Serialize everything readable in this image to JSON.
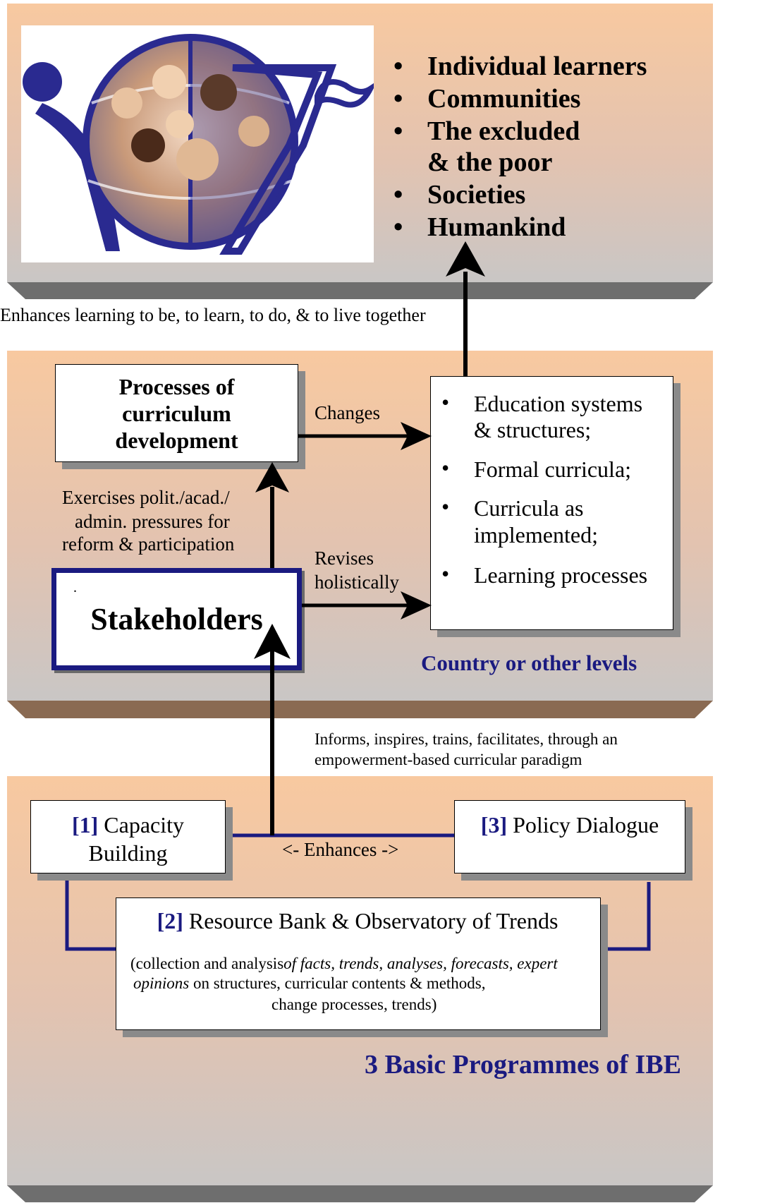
{
  "top_panel": {
    "bullets": [
      "Individual learners",
      "Communities",
      "The excluded",
      "& the poor",
      "Societies",
      "Humankind"
    ],
    "bullet_symbol": "•"
  },
  "arrow_label_top": "Enhances learning  to be,  to learn, to do, & to live together",
  "middle_panel": {
    "process_box": {
      "line1": "Processes of",
      "line2": "curriculum",
      "line3": "development"
    },
    "changes_label": "Changes",
    "systems_box": {
      "items": [
        "Education systems",
        "& structures;",
        "Formal curricula;",
        "Curricula as",
        "implemented;",
        "Learning processes"
      ]
    },
    "pressures_label": {
      "line1": "Exercises polit./acad./",
      "line2": "admin.  pressures for",
      "line3": "reform & participation"
    },
    "revises_label": {
      "line1": "Revises",
      "line2": "holistically"
    },
    "stakeholders_box": {
      "dot": ".",
      "label": "Stakeholders"
    },
    "level_label": "Country or other levels"
  },
  "arrow_label_bottom": {
    "line1": "Informs, inspires, trains, facilitates, through an",
    "line2": "empowerment-based curricular paradigm"
  },
  "bottom_panel": {
    "capacity_box": {
      "num": "[1]",
      "line1": "Capacity",
      "line2": "Building"
    },
    "policy_box": {
      "num": "[3]",
      "label": "Policy Dialogue"
    },
    "enhances_label": "<-  Enhances  ->",
    "resource_box": {
      "num": "[2]",
      "title": "Resource Bank & Observatory of Trends",
      "desc_a": "(collection and analysis",
      "desc_b": "of  facts, trends, analyses, forecasts, expert",
      "desc_c": "opinions",
      "desc_d": " on structures, curricular contents & methods,",
      "desc_e": "change processes, trends)"
    },
    "programmes_label": "3 Basic Programmes of IBE"
  },
  "colors": {
    "navy": "#1a1a80",
    "peach": "#f8c9a0",
    "grey": "#c9c6c5"
  }
}
